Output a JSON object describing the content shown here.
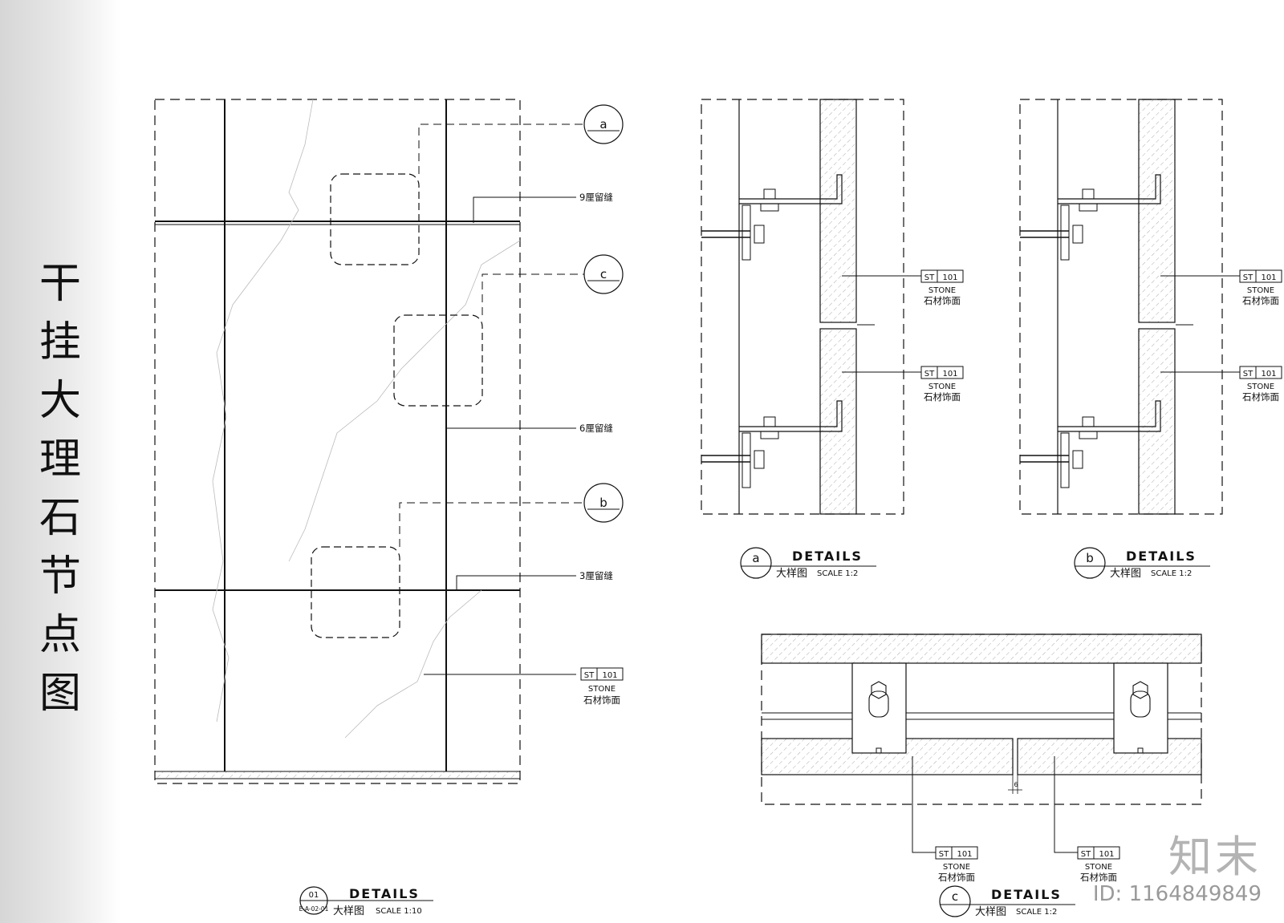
{
  "page_title": "干挂大理石节点图",
  "watermark": {
    "logo": "知末",
    "id": "ID: 1164849849"
  },
  "stone_tag": {
    "code": "ST",
    "number": "101",
    "name_en": "STONE",
    "name_cn": "石材饰面"
  },
  "detail_heading": "DETAILS",
  "detail_cn": "大样图",
  "elevation": {
    "callouts": [
      "a",
      "c",
      "b"
    ],
    "gap_labels": [
      "9厘留缝",
      "6厘留缝",
      "3厘留缝"
    ],
    "ref_number": "01",
    "ref_sheet": "E-A-02-01",
    "scale": "SCALE  1:10"
  },
  "detail_a": {
    "letter": "a",
    "scale": "SCALE  1:2"
  },
  "detail_b": {
    "letter": "b",
    "scale": "SCALE  1:2"
  },
  "detail_c": {
    "letter": "c",
    "scale": "SCALE  1:2",
    "dimension": "6"
  }
}
